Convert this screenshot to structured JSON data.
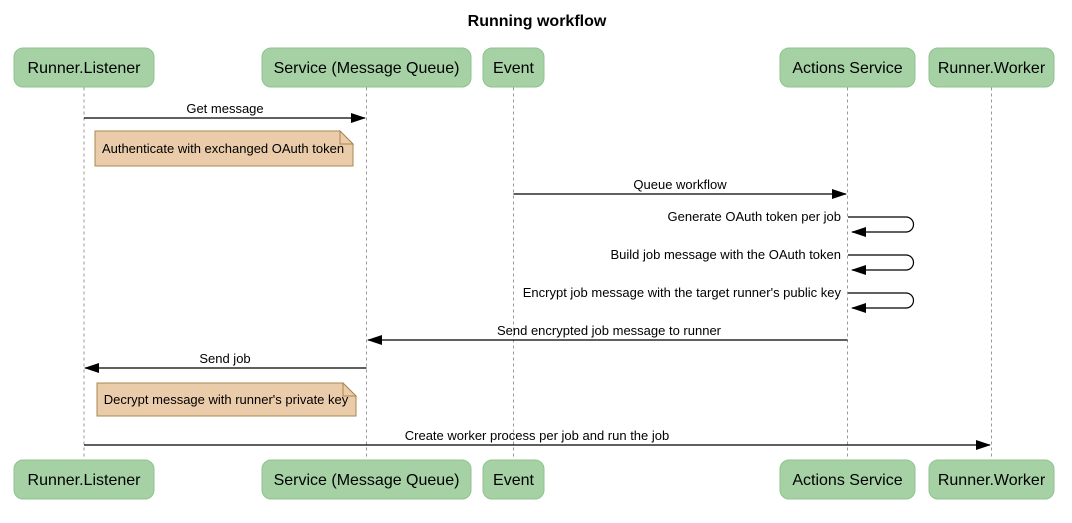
{
  "title": "Running workflow",
  "participants": [
    {
      "label": "Runner.Listener"
    },
    {
      "label": "Service (Message Queue)"
    },
    {
      "label": "Event"
    },
    {
      "label": "Actions Service"
    },
    {
      "label": "Runner.Worker"
    }
  ],
  "messages": [
    {
      "label": "Get message",
      "from": "Runner.Listener",
      "to": "Service (Message Queue)",
      "self": false
    },
    {
      "label": "Queue workflow",
      "from": "Event",
      "to": "Actions Service",
      "self": false
    },
    {
      "label": "Generate OAuth token per job",
      "from": "Actions Service",
      "to": "Actions Service",
      "self": true
    },
    {
      "label": "Build job message with the OAuth token",
      "from": "Actions Service",
      "to": "Actions Service",
      "self": true
    },
    {
      "label": "Encrypt job message with the target runner's public key",
      "from": "Actions Service",
      "to": "Actions Service",
      "self": true
    },
    {
      "label": "Send encrypted job message to runner",
      "from": "Actions Service",
      "to": "Service (Message Queue)",
      "self": false
    },
    {
      "label": "Send job",
      "from": "Service (Message Queue)",
      "to": "Runner.Listener",
      "self": false
    },
    {
      "label": "Create worker process per job and run the job",
      "from": "Runner.Listener",
      "to": "Runner.Worker",
      "self": false
    }
  ],
  "notes": [
    {
      "label": "Authenticate with exchanged OAuth token",
      "position": "right of Runner.Listener"
    },
    {
      "label": "Decrypt message with runner's private key",
      "position": "right of Runner.Listener"
    }
  ],
  "colors": {
    "actor_fill": "#a5d1a5",
    "actor_border": "#8fc28f",
    "note_fill": "#eaccaa",
    "note_border": "#aa8750",
    "lifeline": "#999999",
    "message": "#000000",
    "background": "#ffffff"
  }
}
